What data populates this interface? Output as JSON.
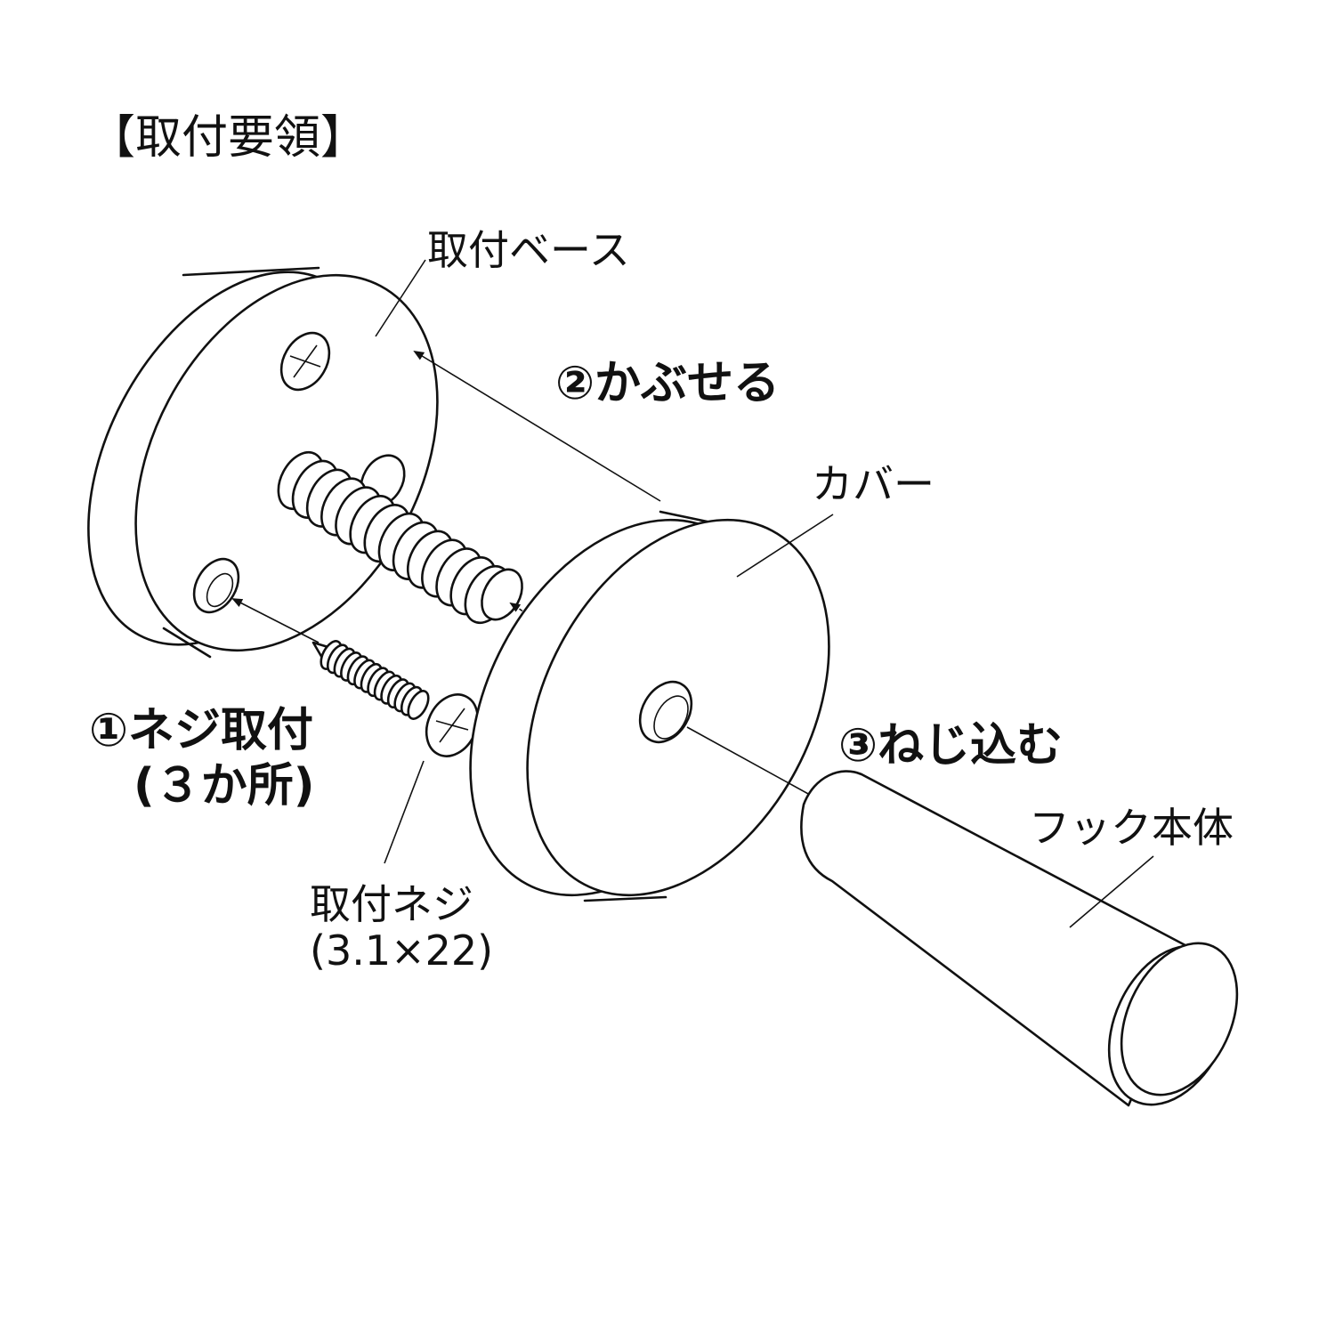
{
  "title": "【取付要領】",
  "labels": {
    "base": "取付ベース",
    "cover": "カバー",
    "hook_body": "フック本体",
    "screw_line1": "取付ネジ",
    "screw_line2": "(3.1×22)"
  },
  "steps": {
    "step1_line1": "①ネジ取付",
    "step1_line2": "(３か所)",
    "step2": "②かぶせる",
    "step3": "③ねじ込む"
  },
  "colors": {
    "line": "#111111",
    "background": "#ffffff"
  }
}
